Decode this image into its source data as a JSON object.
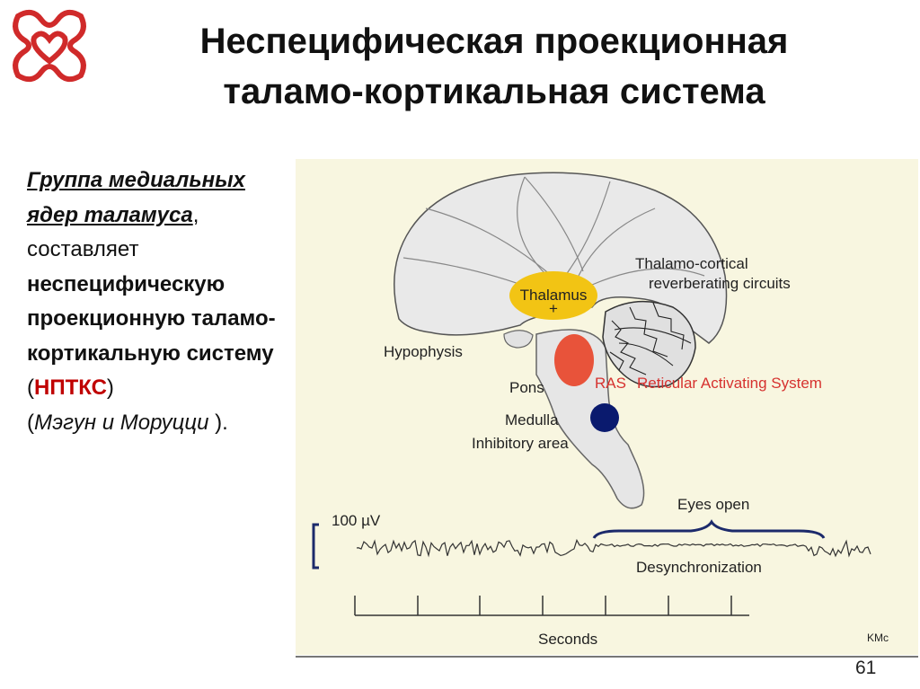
{
  "slide": {
    "title_line1": "Неспецифическая проекционная",
    "title_line2": "таламо-кортикальная система",
    "page_number": "61"
  },
  "text": {
    "p1_italic": "Группа медиальных ядер таламуса",
    "p1_comma": ",",
    "p2": "составляет",
    "p3_bold": "неспецифическую проекционную таламо-кортикальную систему",
    "p3_open": " (",
    "p3_abbr": "НПТКС",
    "p3_close": ")",
    "p4_open": "(",
    "p4_italic": "Мэгун и Моруцци",
    "p4_close": " )."
  },
  "figure": {
    "labels": {
      "thalamus": "Thalamus",
      "plus": "+",
      "circuits1": "Thalamo-cortical",
      "circuits2": "reverberating circuits",
      "hypophysis": "Hypophysis",
      "pons": "Pons",
      "ras": "RAS",
      "ras_desc": "Reticular Activating System",
      "medulla": "Medulla",
      "inhibitory": "Inhibitory area",
      "scale": "100 µV",
      "eyes_open": "Eyes open",
      "desync": "Desynchronization",
      "seconds": "Seconds",
      "credit": "KMc"
    },
    "colors": {
      "thalamus": "#f2c414",
      "ras_area": "#e8533a",
      "inhibitory": "#0a1a6e",
      "ras_text": "#d6322f",
      "bracket": "#1c2a6b",
      "background": "#f8f6e0"
    }
  }
}
